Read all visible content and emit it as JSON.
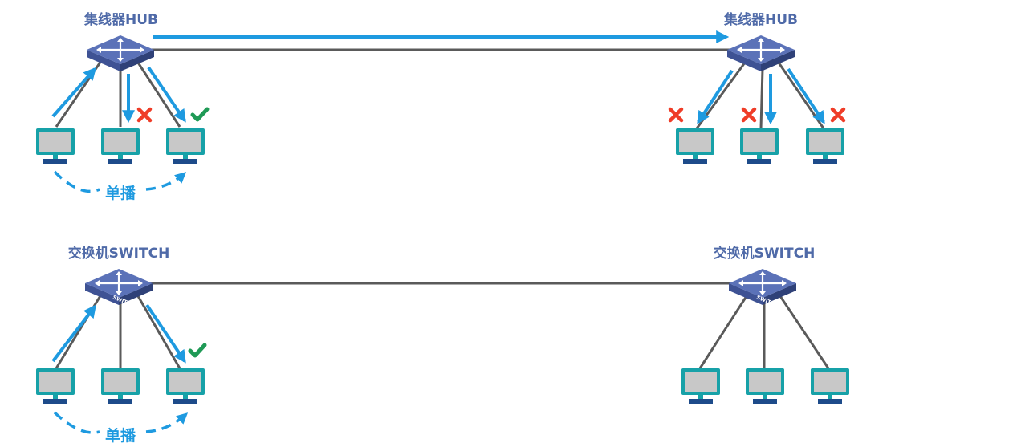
{
  "labels": {
    "hub": "集线器HUB",
    "switch": "交换机SWITCH",
    "unicast": "单播",
    "switch_badge": "SWITCH"
  },
  "colors": {
    "link": "#5a5a5a",
    "arrow": "#1e9ae0",
    "device_top": "#5b72b8",
    "device_side": "#3e5294",
    "pc_frame": "#17a1a8",
    "pc_screen": "#c8c8c8",
    "pc_base": "#1d4b8a",
    "cross": "#ef3d28",
    "check": "#1f9a56",
    "label": "#4f6aa8"
  },
  "icons": {
    "device": "network-device-icon",
    "pc": "computer-icon",
    "cross": "cross-mark-icon",
    "check": "check-mark-icon",
    "arrow": "arrow-icon"
  },
  "scenes": [
    {
      "kind": "hub",
      "description": "hub left receives unicast from pc1; frame forwarded to all ports and across link",
      "receivers": [
        "none",
        "cross",
        "check"
      ],
      "remote_receivers": [
        "cross",
        "cross",
        "cross"
      ]
    },
    {
      "kind": "switch",
      "receivers": [
        "none",
        "none",
        "check"
      ]
    }
  ]
}
